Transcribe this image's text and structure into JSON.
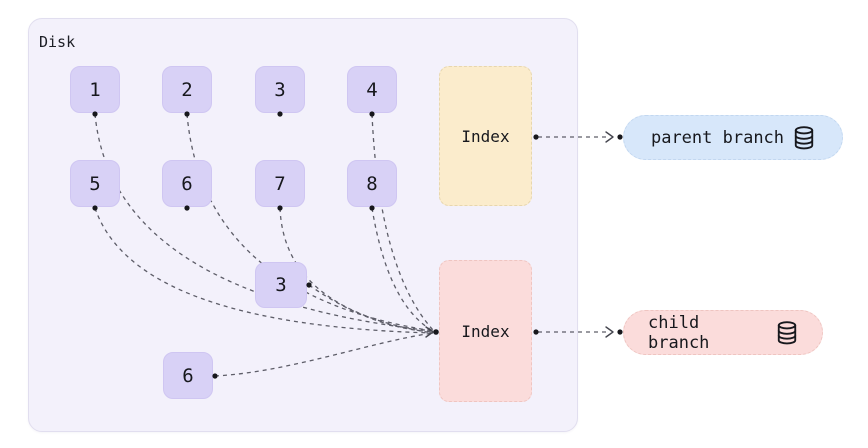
{
  "disk": {
    "label": "Disk",
    "pages": [
      "1",
      "2",
      "3",
      "4",
      "5",
      "6",
      "7",
      "8"
    ],
    "new_pages": [
      "3",
      "6"
    ],
    "parent_index_label": "Index",
    "child_index_label": "Index"
  },
  "branches": {
    "parent": {
      "label": "parent branch",
      "icon": "database-icon"
    },
    "child": {
      "label": "child branch",
      "icon": "database-icon"
    }
  },
  "colors": {
    "disk_background": "#f3f1fb",
    "page_fill": "#d8d1f6",
    "parent_index_fill": "#fbeccc",
    "child_index_fill": "#fbdcdb",
    "parent_branch_fill": "#d7e7fa",
    "child_branch_fill": "#fbdcdb",
    "connector_line": "#5d5d68",
    "text": "#17181d"
  }
}
